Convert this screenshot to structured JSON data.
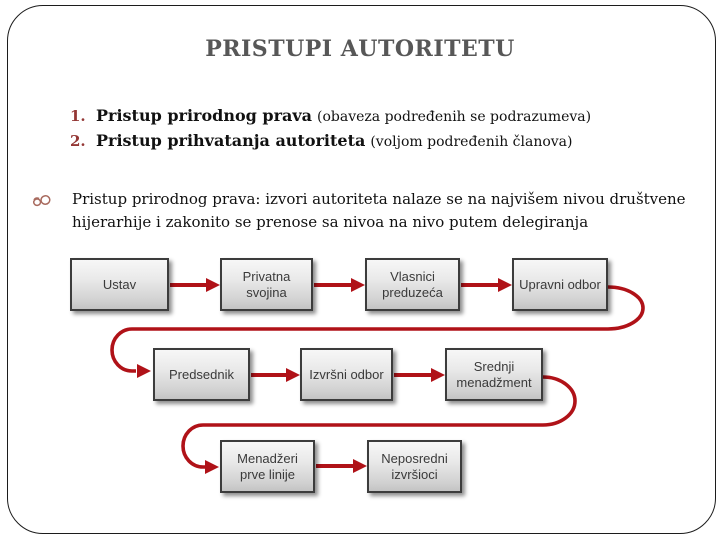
{
  "slide": {
    "title": "PRISTUPI AUTORITETU",
    "list": [
      {
        "number": "1.",
        "bold": "Pristup prirodnog prava",
        "note": "(obaveza podređenih se podrazumeva)"
      },
      {
        "number": "2.",
        "bold": "Pristup prihvatanja autoriteta",
        "note": "(voljom podređenih članova)"
      }
    ],
    "paragraph": {
      "bullet_icon": "vine-ornament-icon",
      "text": "Pristup prirodnog prava: izvori autoriteta nalaze se na najvišem nivou društvene hijerarhije i zakonito se prenose sa nivoa na nivo putem delegiranja"
    }
  },
  "flowchart": {
    "boxes": [
      {
        "label": "Ustav"
      },
      {
        "label": "Privatna svojina"
      },
      {
        "label": "Vlasnici preduzeća"
      },
      {
        "label": "Upravni odbor"
      },
      {
        "label": "Predsednik"
      },
      {
        "label": "Izvršni odbor"
      },
      {
        "label": "Srednji menadžment"
      },
      {
        "label": "Menadžeri prve linije"
      },
      {
        "label": "Neposredni izvršioci"
      }
    ],
    "flow_order": [
      "Ustav",
      "Privatna svojina",
      "Vlasnici preduzeća",
      "Upravni odbor",
      "Predsednik",
      "Izvršni odbor",
      "Srednji menadžment",
      "Menadžeri prve linije",
      "Neposredni izvršioci"
    ]
  },
  "colors": {
    "arrow": "#B01218",
    "list_number": "#943735",
    "bullet_ornament": "#A86A5E",
    "title": "#575757",
    "box_border": "#3C3C3C"
  }
}
